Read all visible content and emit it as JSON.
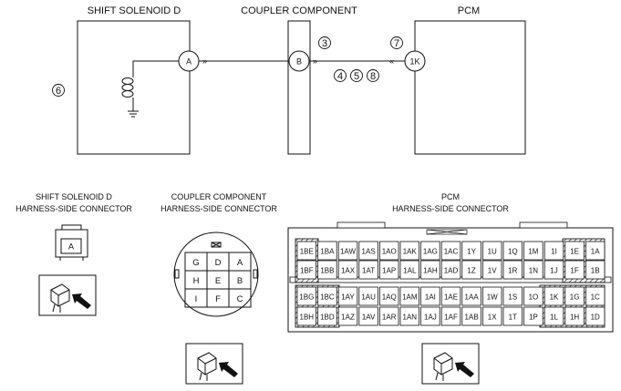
{
  "components": {
    "solenoid": {
      "title": "SHIFT SOLENOID D",
      "terminal": "A"
    },
    "coupler": {
      "title": "COUPLER COMPONENT",
      "terminal": "B"
    },
    "pcm": {
      "title": "PCM",
      "terminal": "1K"
    }
  },
  "wire_steps": {
    "s3": "3",
    "s4": "4",
    "s5": "5",
    "s8": "8",
    "s6": "6",
    "s7": "7"
  },
  "connectors": {
    "solenoid": {
      "title_1": "SHIFT SOLENOID D",
      "title_2": "HARNESS-SIDE CONNECTOR",
      "pin": "A"
    },
    "coupler": {
      "title_1": "COUPLER COMPONENT",
      "title_2": "HARNESS-SIDE CONNECTOR",
      "row1": [
        "G",
        "D",
        "A"
      ],
      "row2": [
        "H",
        "E",
        "B"
      ],
      "row3": [
        "I",
        "F",
        "C"
      ]
    },
    "pcm": {
      "title_1": "PCM",
      "title_2": "HARNESS-SIDE CONNECTOR",
      "r1": [
        "1BE",
        "1BA",
        "1AW",
        "1AS",
        "1AO",
        "1AK",
        "1AG",
        "1AC",
        "1Y",
        "1U",
        "1Q",
        "1M",
        "1I",
        "1E",
        "1A"
      ],
      "r2": [
        "1BF",
        "1BB",
        "1AX",
        "1AT",
        "1AP",
        "1AL",
        "1AH",
        "1AD",
        "1Z",
        "1V",
        "1R",
        "1N",
        "1J",
        "1F",
        "1B"
      ],
      "r3": [
        "1BG",
        "1BC",
        "1AY",
        "1AU",
        "1AQ",
        "1AM",
        "1AI",
        "1AE",
        "1AA",
        "1W",
        "1S",
        "1O",
        "1K",
        "1G",
        "1C"
      ],
      "r4": [
        "1BH",
        "1BD",
        "1AZ",
        "1AV",
        "1AR",
        "1AN",
        "1AJ",
        "1AF",
        "1AB",
        "1X",
        "1T",
        "1P",
        "1L",
        "1H",
        "1D"
      ]
    }
  }
}
